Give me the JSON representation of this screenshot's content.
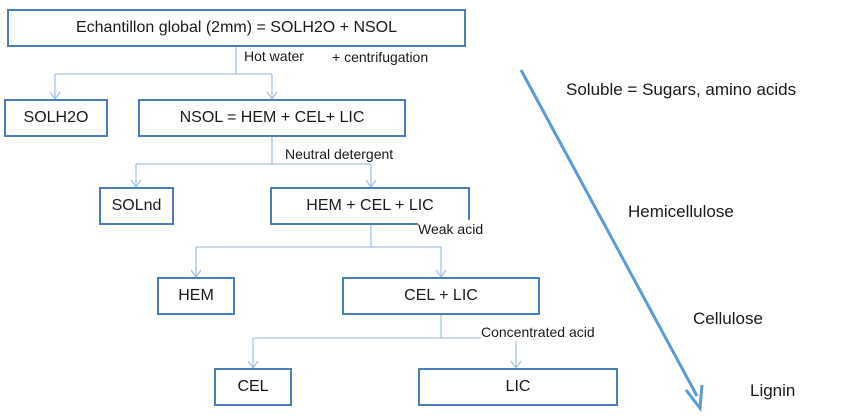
{
  "boxes": {
    "global": "Echantillon global (2mm) = SOLH2O + NSOL",
    "solh2o": "SOLH2O",
    "nsol": "NSOL = HEM + CEL+ LIC",
    "solnd": "SOLnd",
    "hem_cel_lic": "HEM + CEL + LIC",
    "hem": "HEM",
    "cel_lic": "CEL + LIC",
    "cel": "CEL",
    "lic": "LIC"
  },
  "steps": {
    "hot_water": "Hot water",
    "centrifugation": "+ centrifugation",
    "neutral_detergent": "Neutral detergent",
    "weak_acid": "Weak acid",
    "concentrated_acid": "Concentrated acid"
  },
  "gradient": {
    "soluble": "Soluble = Sugars, amino acids",
    "hemicellulose": "Hemicellulose",
    "cellulose": "Cellulose",
    "lignin": "Lignin"
  },
  "colors": {
    "box_border": "#4a7ebb",
    "connector": "#a8c3e0",
    "arrow": "#5b9bd5"
  }
}
